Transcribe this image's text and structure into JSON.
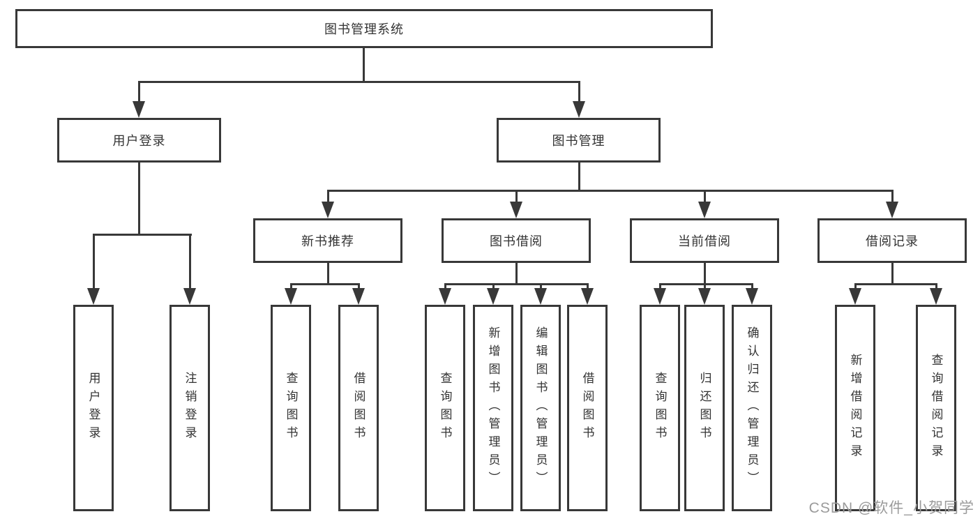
{
  "colors": {
    "line": "#383838",
    "box_border": "#383838",
    "text": "#333333",
    "watermark": "#9b9b9b",
    "background": "#ffffff"
  },
  "root": {
    "label": "图书管理系统"
  },
  "user_login": {
    "label": "用户登录",
    "leaves": [
      {
        "label": "用户登录"
      },
      {
        "label": "注销登录"
      }
    ]
  },
  "book_management": {
    "label": "图书管理",
    "branches": [
      {
        "label": "新书推荐",
        "leaves": [
          {
            "label": "查询图书"
          },
          {
            "label": "借阅图书"
          }
        ]
      },
      {
        "label": "图书借阅",
        "leaves": [
          {
            "label": "查询图书"
          },
          {
            "label": "新增图书（管理员）"
          },
          {
            "label": "编辑图书（管理员）"
          },
          {
            "label": "借阅图书"
          }
        ]
      },
      {
        "label": "当前借阅",
        "leaves": [
          {
            "label": "查询图书"
          },
          {
            "label": "归还图书"
          },
          {
            "label": "确认归还（管理员）"
          }
        ]
      },
      {
        "label": "借阅记录",
        "leaves": [
          {
            "label": "新增借阅记录"
          },
          {
            "label": "查询借阅记录"
          }
        ]
      }
    ]
  },
  "watermark": "CSDN @软件_小贺同学"
}
